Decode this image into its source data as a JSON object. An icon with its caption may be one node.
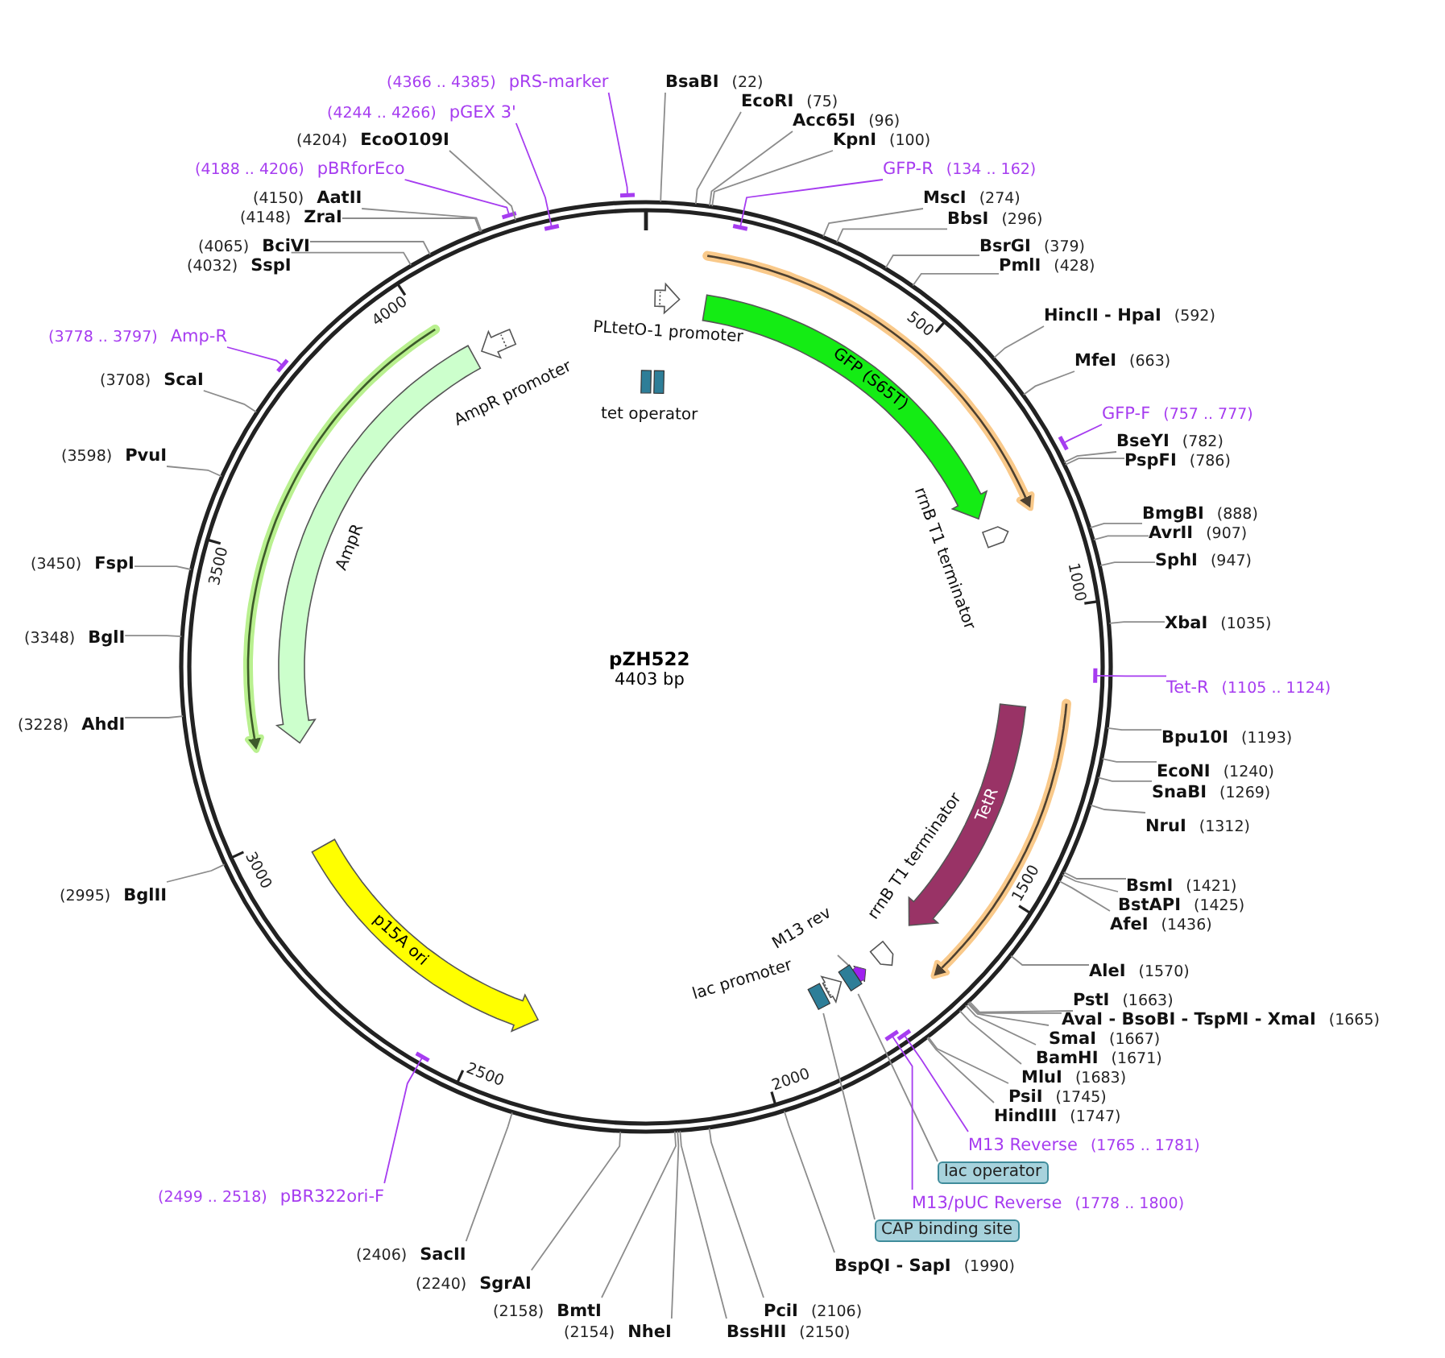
{
  "diagram": {
    "title": "pZH522",
    "nodes": [
      {
        "text": [
          "BsaBI",
          "(22)"
        ]
      },
      {
        "text": [
          "EcoRI",
          "(75)"
        ]
      },
      {
        "text": [
          "Acc65I",
          "(96)"
        ]
      },
      {
        "text": [
          "KpnI",
          "(100)"
        ]
      },
      {
        "text": [
          "GFP-R",
          "(134 .. 162)"
        ]
      },
      {
        "text": [
          "MscI",
          "(274)"
        ]
      },
      {
        "text": [
          "BbsI",
          "(296)"
        ]
      },
      {
        "text": [
          "BsrGI",
          "(379)"
        ]
      },
      {
        "text": [
          "PmlI",
          "(428)"
        ]
      },
      {
        "text": [
          "HincII - HpaI",
          "(592)"
        ]
      },
      {
        "text": [
          "MfeI",
          "(663)"
        ]
      },
      {
        "text": [
          "GFP-F",
          "(757 .. 777)"
        ]
      },
      {
        "text": [
          "BseYI",
          "(782)"
        ]
      },
      {
        "text": [
          "PspFI",
          "(786)"
        ]
      },
      {
        "text": [
          "BmgBI",
          "(888)"
        ]
      },
      {
        "text": [
          "AvrII",
          "(907)"
        ]
      },
      {
        "text": [
          "SphI",
          "(947)"
        ]
      },
      {
        "text": [
          "XbaI",
          "(1035)"
        ]
      },
      {
        "text": [
          "Tet-R",
          "(1105 .. 1124)"
        ]
      },
      {
        "text": [
          "Bpu10I",
          "(1193)"
        ]
      },
      {
        "text": [
          "EcoNI",
          "(1240)"
        ]
      },
      {
        "text": [
          "SnaBI",
          "(1269)"
        ]
      },
      {
        "text": [
          "NruI",
          "(1312)"
        ]
      },
      {
        "text": [
          "BsmI",
          "(1421)"
        ]
      },
      {
        "text": [
          "BstAPI",
          "(1425)"
        ]
      },
      {
        "text": [
          "AfeI",
          "(1436)"
        ]
      },
      {
        "text": [
          "AleI",
          "(1570)"
        ]
      },
      {
        "text": [
          "PstI",
          "(1663)"
        ]
      },
      {
        "text": [
          "AvaI - BsoBI - TspMI - XmaI",
          "(1665)"
        ]
      },
      {
        "text": [
          "SmaI",
          "(1667)"
        ]
      },
      {
        "text": [
          "BamHI",
          "(1671)"
        ]
      },
      {
        "text": [
          "MluI",
          "(1683)"
        ]
      },
      {
        "text": [
          "PsiI",
          "(1745)"
        ]
      },
      {
        "text": [
          "HindIII",
          "(1747)"
        ]
      },
      {
        "text": [
          "M13 Reverse",
          "(1765 .. 1781)"
        ]
      },
      {
        "text": [
          "lac operator"
        ]
      },
      {
        "text": [
          "M13/pUC Reverse",
          "(1778 .. 1800)"
        ]
      },
      {
        "text": [
          "CAP binding site"
        ]
      },
      {
        "text": [
          "BspQI - SapI",
          "(1990)"
        ]
      },
      {
        "text": [
          "PciI",
          "(2106)"
        ]
      },
      {
        "text": [
          "BssHII",
          "(2150)"
        ]
      },
      {
        "text": [
          "(2154)",
          "NheI"
        ]
      },
      {
        "text": [
          "(2158)",
          "BmtI"
        ]
      },
      {
        "text": [
          "(2240)",
          "SgrAI"
        ]
      },
      {
        "text": [
          "(2406)",
          "SacII"
        ]
      },
      {
        "text": [
          "(2499 .. 2518)",
          "pBR322ori-F"
        ]
      },
      {
        "text": [
          "(2995)",
          "BglII"
        ]
      },
      {
        "text": [
          "(3228)",
          "AhdI"
        ]
      },
      {
        "text": [
          "(3348)",
          "BglI"
        ]
      },
      {
        "text": [
          "(3450)",
          "FspI"
        ]
      },
      {
        "text": [
          "(3598)",
          "PvuI"
        ]
      },
      {
        "text": [
          "(3708)",
          "ScaI"
        ]
      },
      {
        "text": [
          "(3778 .. 3797)",
          "Amp-R"
        ]
      },
      {
        "text": [
          "(4032)",
          "SspI"
        ]
      },
      {
        "text": [
          "(4065)",
          "BciVI"
        ]
      },
      {
        "text": [
          "(4148)",
          "ZraI"
        ]
      },
      {
        "text": [
          "(4150)",
          "AatII"
        ]
      },
      {
        "text": [
          "(4188 .. 4206)",
          "pBRforEco"
        ]
      },
      {
        "text": [
          "(4204)",
          "EcoO109I"
        ]
      },
      {
        "text": [
          "(4244 .. 4266)",
          "pGEX 3'"
        ]
      },
      {
        "text": [
          "(4366 .. 4385)",
          "pRS-marker"
        ]
      },
      {
        "text": [
          "PLtetO-1 promoter"
        ]
      },
      {
        "text": [
          "GFP (S65T)"
        ]
      },
      {
        "text": [
          "tet operator"
        ]
      },
      {
        "text": [
          "rrnB T1 terminator"
        ]
      },
      {
        "text": [
          "TetR"
        ]
      },
      {
        "text": [
          "rrnB T1 terminator"
        ]
      },
      {
        "text": [
          "M13 rev"
        ]
      },
      {
        "text": [],
        "shape": "arrow"
      },
      {
        "text": [],
        "shape": "box"
      },
      {
        "text": [
          "lac promoter"
        ]
      },
      {
        "text": [],
        "shape": "box"
      },
      {
        "text": [
          "p15A ori"
        ]
      },
      {
        "text": [
          "AmpR"
        ]
      },
      {
        "text": [
          "AmpR promoter"
        ]
      }
    ],
    "edges": [
      {
        "from": 0,
        "to": null,
        "arrow": "none"
      },
      {
        "from": 1,
        "to": null,
        "arrow": "none"
      },
      {
        "from": 2,
        "to": null,
        "arrow": "none"
      },
      {
        "from": 3,
        "to": null,
        "arrow": "none"
      },
      {
        "from": 4,
        "to": null,
        "arrow": "other",
        "color": "#a63cf0"
      },
      {
        "from": 5,
        "to": null,
        "arrow": "none"
      },
      {
        "from": 6,
        "to": null,
        "arrow": "none"
      },
      {
        "from": 7,
        "to": null,
        "arrow": "none"
      },
      {
        "from": 8,
        "to": null,
        "arrow": "none"
      },
      {
        "from": 9,
        "to": null,
        "arrow": "none"
      },
      {
        "from": 10,
        "to": null,
        "arrow": "none"
      },
      {
        "from": 11,
        "to": null,
        "arrow": "other",
        "color": "#a63cf0"
      },
      {
        "from": 12,
        "to": null,
        "arrow": "none"
      },
      {
        "from": 13,
        "to": null,
        "arrow": "none"
      },
      {
        "from": 14,
        "to": null,
        "arrow": "none"
      },
      {
        "from": 15,
        "to": null,
        "arrow": "none"
      },
      {
        "from": 16,
        "to": null,
        "arrow": "none"
      },
      {
        "from": 17,
        "to": null,
        "arrow": "none"
      },
      {
        "from": 18,
        "to": null,
        "arrow": "other",
        "color": "#a63cf0"
      },
      {
        "from": 19,
        "to": null,
        "arrow": "none"
      },
      {
        "from": 20,
        "to": null,
        "arrow": "none"
      },
      {
        "from": 21,
        "to": null,
        "arrow": "none"
      },
      {
        "from": 22,
        "to": null,
        "arrow": "none"
      },
      {
        "from": 23,
        "to": null,
        "arrow": "none"
      },
      {
        "from": 24,
        "to": null,
        "arrow": "none"
      },
      {
        "from": 25,
        "to": null,
        "arrow": "none"
      },
      {
        "from": 26,
        "to": null,
        "arrow": "none"
      },
      {
        "from": 27,
        "to": null,
        "arrow": "none"
      },
      {
        "from": 28,
        "to": null,
        "arrow": "none"
      },
      {
        "from": 29,
        "to": null,
        "arrow": "none"
      },
      {
        "from": 30,
        "to": null,
        "arrow": "none"
      },
      {
        "from": 31,
        "to": null,
        "arrow": "none"
      },
      {
        "from": 32,
        "to": null,
        "arrow": "none"
      },
      {
        "from": 33,
        "to": null,
        "arrow": "none"
      },
      {
        "from": 34,
        "to": null,
        "arrow": "other",
        "color": "#a63cf0"
      },
      {
        "from": 35,
        "to": 69,
        "arrow": "none"
      },
      {
        "from": 36,
        "to": null,
        "arrow": "other",
        "color": "#a63cf0"
      },
      {
        "from": 37,
        "to": 71,
        "arrow": "none"
      },
      {
        "from": 38,
        "to": null,
        "arrow": "none"
      },
      {
        "from": 39,
        "to": null,
        "arrow": "none"
      },
      {
        "from": 40,
        "to": null,
        "arrow": "none"
      },
      {
        "from": 41,
        "to": null,
        "arrow": "none"
      },
      {
        "from": 42,
        "to": null,
        "arrow": "none"
      },
      {
        "from": 43,
        "to": null,
        "arrow": "none"
      },
      {
        "from": 44,
        "to": null,
        "arrow": "none"
      },
      {
        "from": 45,
        "to": null,
        "arrow": "other",
        "color": "#a63cf0"
      },
      {
        "from": 46,
        "to": null,
        "arrow": "none"
      },
      {
        "from": 47,
        "to": null,
        "arrow": "none"
      },
      {
        "from": 48,
        "to": null,
        "arrow": "none"
      },
      {
        "from": 49,
        "to": null,
        "arrow": "none"
      },
      {
        "from": 50,
        "to": null,
        "arrow": "none"
      },
      {
        "from": 51,
        "to": null,
        "arrow": "none"
      },
      {
        "from": 52,
        "to": null,
        "arrow": "other",
        "color": "#a63cf0"
      },
      {
        "from": 53,
        "to": null,
        "arrow": "none"
      },
      {
        "from": 54,
        "to": null,
        "arrow": "none"
      },
      {
        "from": 55,
        "to": null,
        "arrow": "none"
      },
      {
        "from": 56,
        "to": null,
        "arrow": "none"
      },
      {
        "from": 57,
        "to": null,
        "arrow": "other",
        "color": "#a63cf0"
      },
      {
        "from": 58,
        "to": null,
        "arrow": "none"
      },
      {
        "from": 59,
        "to": null,
        "arrow": "other",
        "color": "#a63cf0"
      },
      {
        "from": 60,
        "to": null,
        "arrow": "other",
        "color": "#a63cf0"
      },
      {
        "from": 67,
        "to": 68,
        "arrow": "none"
      }
    ],
    "labels": [
      "4403 bp",
      "500",
      "1000",
      "1500",
      "2000",
      "2500",
      "3000",
      "3500",
      "4000"
    ]
  }
}
